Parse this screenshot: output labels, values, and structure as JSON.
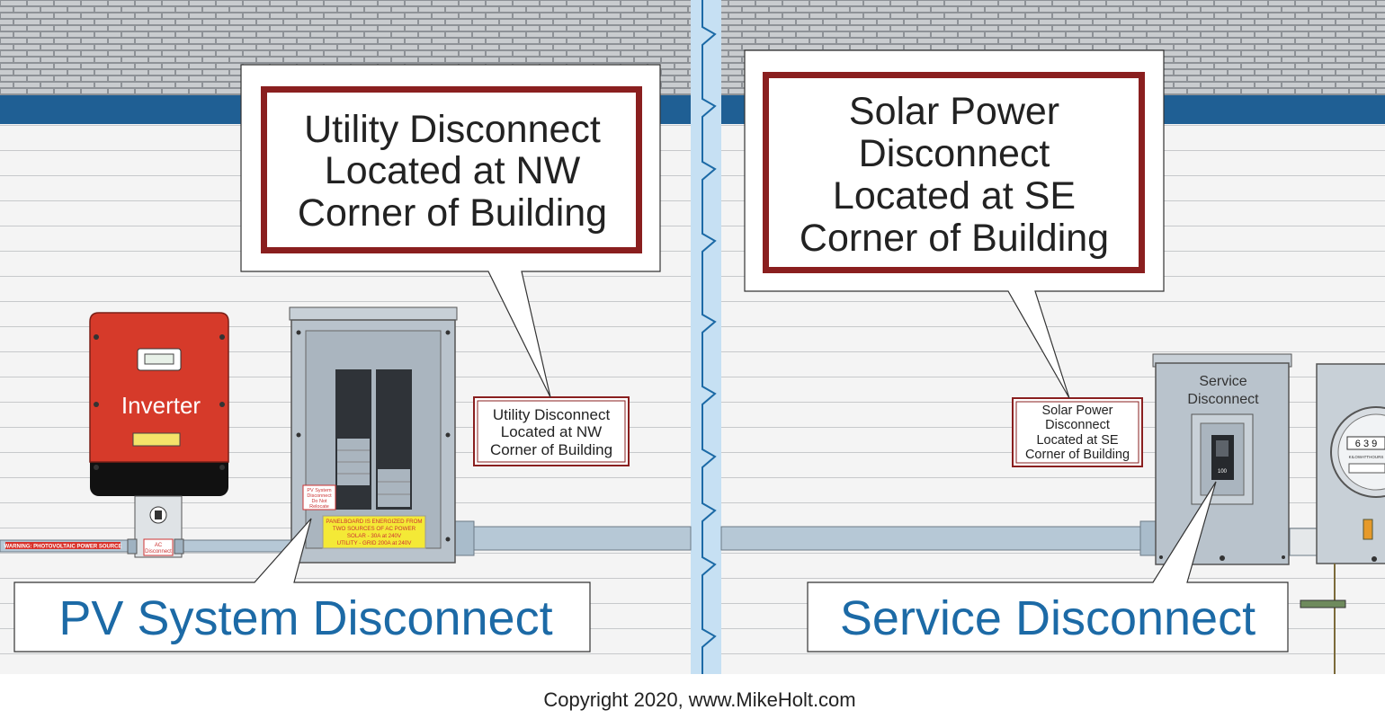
{
  "callouts": {
    "left": {
      "lines": [
        "Utility Disconnect",
        "Located at NW",
        "Corner of Building"
      ]
    },
    "right": {
      "lines": [
        "Solar Power",
        "Disconnect",
        "Located at SE",
        "Corner of Building"
      ]
    }
  },
  "signs": {
    "left": {
      "lines": [
        "Utility Disconnect",
        "Located at NW",
        "Corner of Building"
      ]
    },
    "right": {
      "lines": [
        "Solar Power",
        "Disconnect",
        "Located at SE",
        "Corner of Building"
      ]
    }
  },
  "inverter": {
    "label": "Inverter"
  },
  "service_box": {
    "lines": [
      "Service",
      "Disconnect"
    ],
    "handle_label": "100"
  },
  "panel": {
    "pv_tag": [
      "PV System",
      "Disconnect",
      "Do Not",
      "Relocate"
    ],
    "warning_lines": [
      "PANELBOARD IS ENERGIZED FROM",
      "TWO SOURCES OF AC POWER",
      "SOLAR - 30A at 240V",
      "UTILITY - GRID 200A at 240V"
    ]
  },
  "conduit_labels": {
    "warning_strip": "WARNING: PHOTOVOLTAIC POWER SOURCE",
    "ac_disconnect": [
      "AC",
      "Disconnect"
    ]
  },
  "meter": {
    "digits": "6 3 9",
    "brand": "KILOWATTHOURS"
  },
  "labels": {
    "pv_system_disconnect": "PV System Disconnect",
    "service_disconnect": "Service Disconnect"
  },
  "copyright": "Copyright 2020,  www.MikeHolt.com",
  "colors": {
    "blue_band": "#1f5f94",
    "label_blue": "#1c6aa6",
    "sign_border": "#8a1f1f",
    "inverter_red": "#d63a2a",
    "panel_gray": "#b9c3cc",
    "conduit": "#b6c8d6",
    "break_line": "#c6e0f3"
  }
}
